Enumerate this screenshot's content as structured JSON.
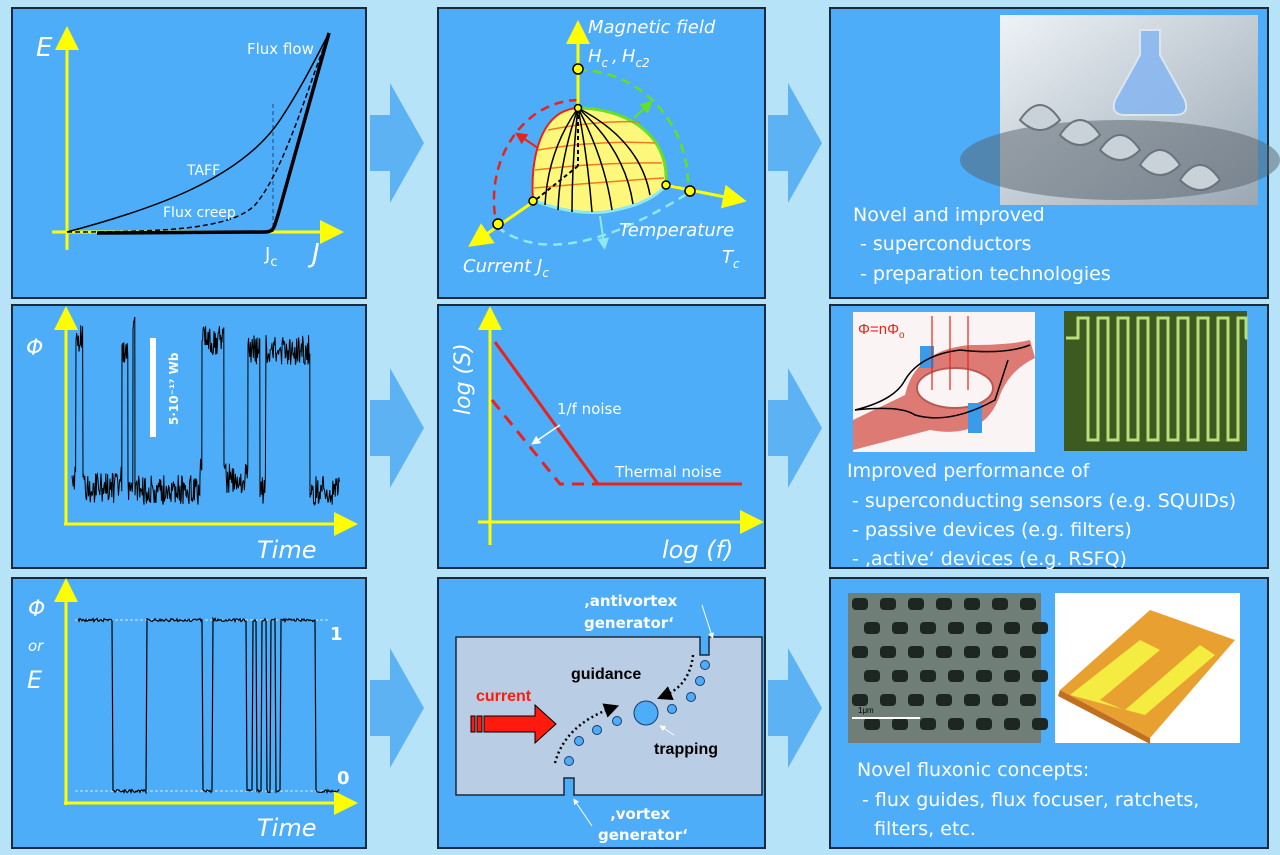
{
  "colors": {
    "background": "#b6e3f7",
    "panel": "#4dadf8",
    "axis": "#ffff00",
    "curve": "#000000",
    "red": "#e8231c",
    "green": "#66e020"
  },
  "row1": {
    "ej": {
      "y_axis": "E",
      "x_axis": "J",
      "jc": "J",
      "jc_sub": "c",
      "flux_flow": "Flux flow",
      "taff": "TAFF",
      "flux_creep": "Flux creep"
    },
    "phase": {
      "magnetic_field": "Magnetic field",
      "hc": "H",
      "hc_sub": "c",
      "sep": ",",
      "hc2": "H",
      "hc2_sub": "c2",
      "temperature": "Temperature",
      "tc": "T",
      "tc_sub": "c",
      "current": "Current J",
      "current_sub": "c"
    },
    "result": {
      "title": "Novel and improved",
      "items": [
        "- superconductors",
        "- preparation technologies"
      ]
    }
  },
  "row2": {
    "noise_trace": {
      "y_axis": "Φ",
      "x_axis": "Time",
      "scale_bar": "5·10⁻¹⁷ Wb"
    },
    "spectrum": {
      "y_axis": "log (S)",
      "x_axis": "log (f)",
      "one_over_f": "1/f noise",
      "thermal": "Thermal noise"
    },
    "result": {
      "flux_quantization": "Φ=nΦ",
      "flux_sub": "o",
      "title": "Improved performance of",
      "items": [
        "- superconducting sensors (e.g. SQUIDs)",
        "- passive devices (e.g. filters)",
        "- ‚active‘ devices (e.g. RSFQ)"
      ]
    }
  },
  "row3": {
    "switching": {
      "y_axis_1": "Φ",
      "y_axis_or": "or",
      "y_axis_2": "E",
      "x_axis": "Time",
      "level_high": "1",
      "level_low": "0"
    },
    "fluxonics": {
      "antivortex_1": "‚antivortex",
      "antivortex_2": "generator‘",
      "guidance": "guidance",
      "current": "current",
      "trapping": "trapping",
      "vortex_1": "‚vortex",
      "vortex_2": "generator‘"
    },
    "result": {
      "scale": "1μm",
      "title": "Novel fluxonic concepts:",
      "items": [
        "- flux guides, flux focuser, ratchets,",
        "  filters, etc."
      ]
    }
  }
}
